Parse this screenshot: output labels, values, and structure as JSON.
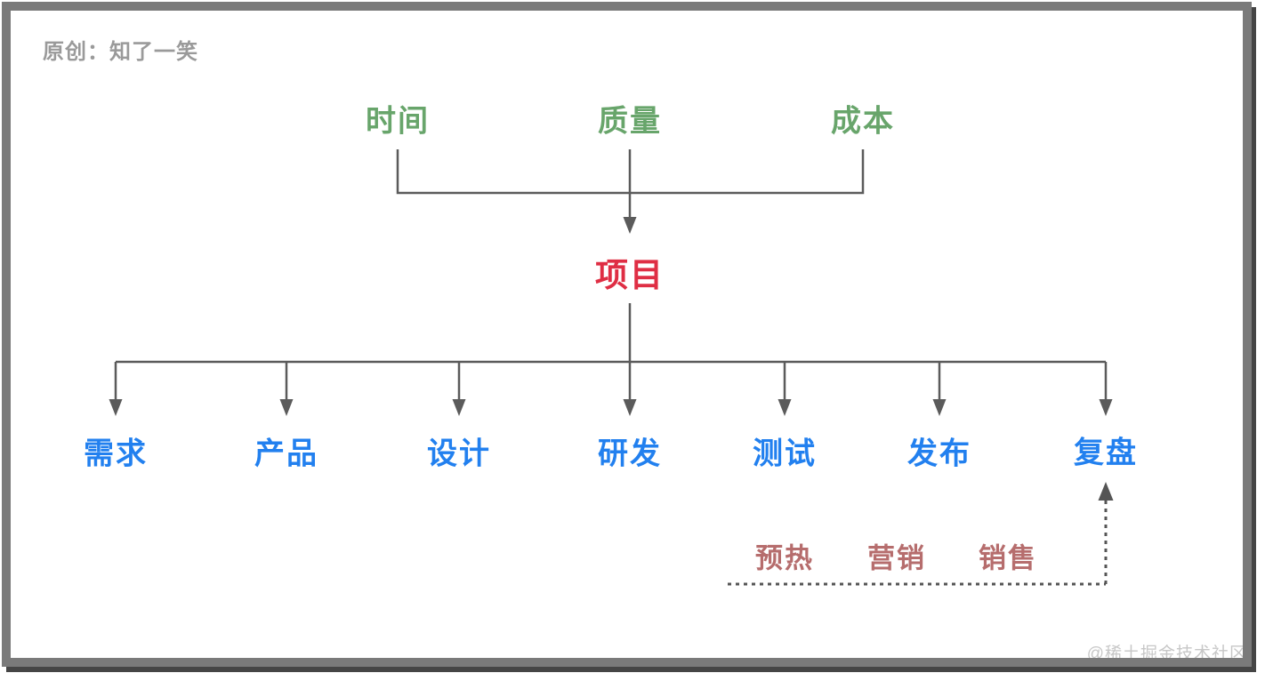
{
  "page": {
    "author_credit": "原创：知了一笑",
    "watermark": "@稀土掘金技术社区"
  },
  "colors": {
    "constraint_green": "#68a56b",
    "root_red": "#df2e44",
    "phase_blue": "#2280ef",
    "sales_maroon": "#b66d6d",
    "connector_gray": "#5b5b5b",
    "dotted_gray": "#555555",
    "frame_gray": "#7a7a7a",
    "author_gray": "#9a9a9a",
    "watermark_gray": "#c7c7c7"
  },
  "diagram": {
    "constraints": [
      {
        "label": "时间"
      },
      {
        "label": "质量"
      },
      {
        "label": "成本"
      }
    ],
    "root": {
      "label": "项目"
    },
    "phases": [
      {
        "label": "需求"
      },
      {
        "label": "产品"
      },
      {
        "label": "设计"
      },
      {
        "label": "研发"
      },
      {
        "label": "测试"
      },
      {
        "label": "发布"
      },
      {
        "label": "复盘"
      }
    ],
    "sales_steps": [
      {
        "label": "预热"
      },
      {
        "label": "营销"
      },
      {
        "label": "销售"
      }
    ]
  }
}
